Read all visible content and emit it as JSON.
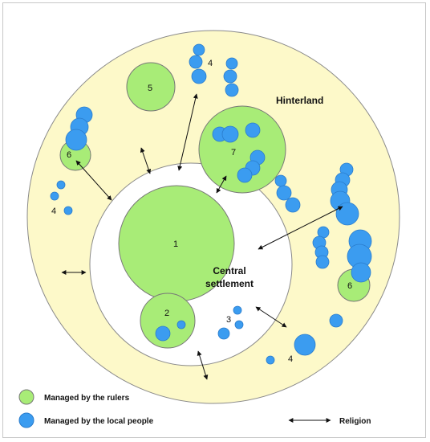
{
  "diagram": {
    "hinterland_label": "Hinterland",
    "central_label_line1": "Central",
    "central_label_line2": "settlement",
    "nodes": {
      "n1": "1",
      "n2": "2",
      "n3": "3",
      "n4_top": "4",
      "n4_left": "4",
      "n4_bottom": "4",
      "n5": "5",
      "n6_left": "6",
      "n6_right": "6",
      "n7": "7"
    }
  },
  "legend": {
    "rulers_label": "Managed by the rulers",
    "local_label": "Managed by the local people",
    "religion_label": "Religion"
  },
  "colors": {
    "hinterland_fill": "#fdf9c9",
    "central_fill": "#ffffff",
    "rulers_fill": "#a8ec77",
    "local_fill": "#3b9cf0",
    "outline": "#8a8a8a",
    "arrow": "#111111"
  }
}
